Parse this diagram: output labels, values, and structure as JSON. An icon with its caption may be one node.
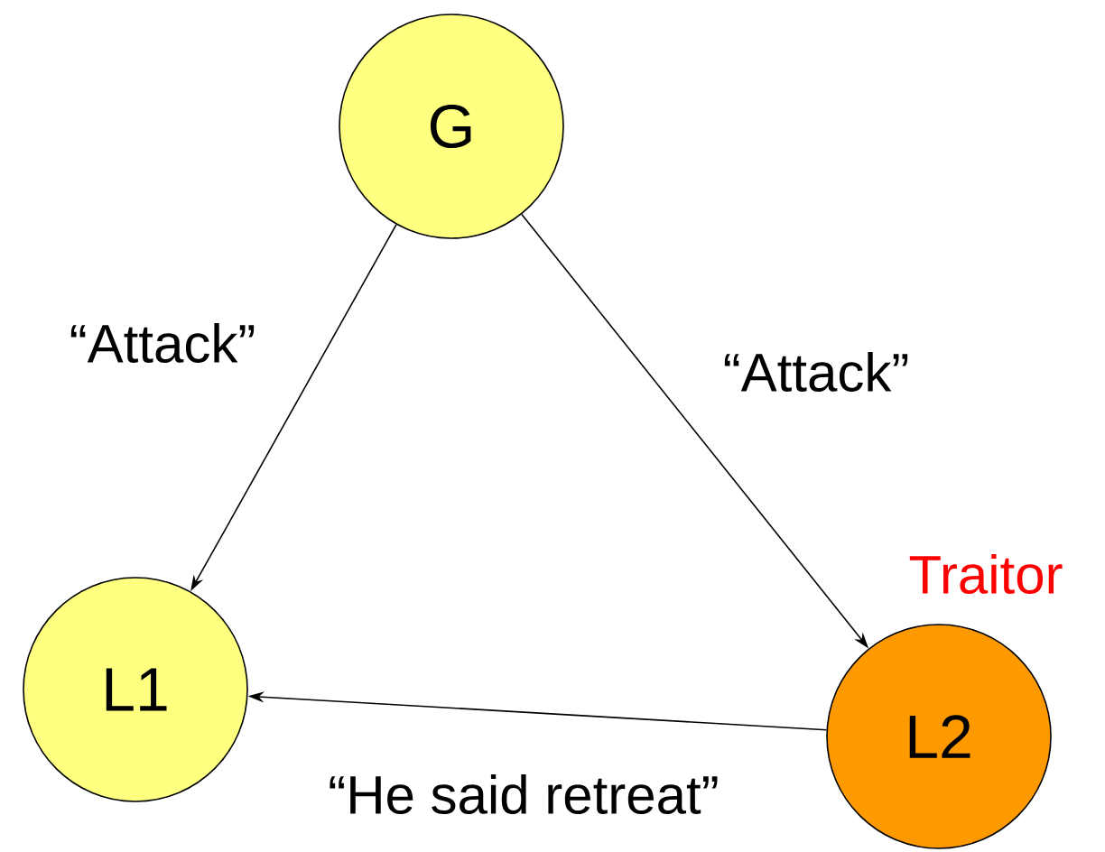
{
  "diagram": {
    "nodes": [
      {
        "text": [
          "G"
        ]
      },
      {
        "text": [
          "L1"
        ]
      },
      {
        "text": [
          "L2"
        ],
        "beside": [
          "Traitor"
        ]
      }
    ],
    "edges": [
      {
        "from": 0,
        "to": 1,
        "arrow": "to",
        "label": "“Attack”"
      },
      {
        "from": 0,
        "to": 2,
        "arrow": "to",
        "label": "“Attack”"
      },
      {
        "from": 2,
        "to": 1,
        "arrow": "to",
        "label": "“He said retreat”"
      }
    ]
  }
}
